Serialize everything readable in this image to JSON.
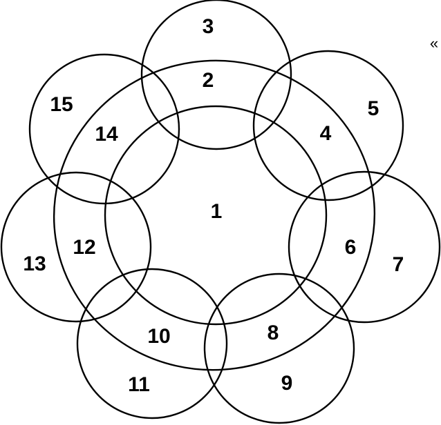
{
  "diagram": {
    "stroke_color": "#000000",
    "background_color": "#ffffff",
    "regions": [
      "1",
      "2",
      "3",
      "4",
      "5",
      "6",
      "7",
      "8",
      "9",
      "10",
      "11",
      "12",
      "13",
      "14",
      "15"
    ],
    "corner_mark": "«"
  }
}
